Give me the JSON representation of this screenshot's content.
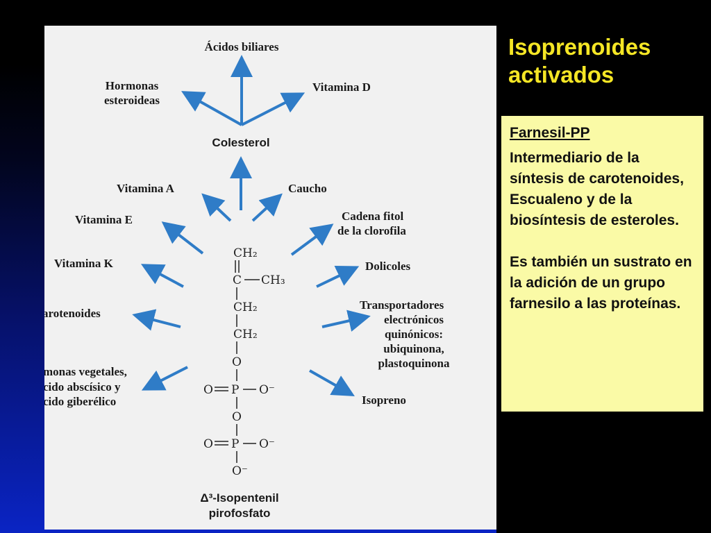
{
  "slide": {
    "title_line1": "Isoprenoides",
    "title_line2": "activados"
  },
  "note": {
    "heading": "Farnesil-PP",
    "paragraph1": "Intermediario de la síntesis de carotenoides, Escualeno y de la biosíntesis de esteroles.",
    "paragraph2": "Es también un sustrato en la adición de un grupo farnesilo a las proteínas."
  },
  "diagram": {
    "acidos_biliares": "Ácidos biliares",
    "hormonas_1": "Hormonas",
    "hormonas_2": "esteroideas",
    "vitamina_d": "Vitamina D",
    "colesterol": "Colesterol",
    "vitamina_a": "Vitamina A",
    "caucho": "Caucho",
    "vitamina_e": "Vitamina E",
    "cadena_1": "Cadena fitol",
    "cadena_2": "de la clorofila",
    "vitamina_k": "Vitamina K",
    "dolicoles": "Dolicoles",
    "carotenoides": "arotenoides",
    "transp_1": "Transportadores",
    "transp_2": "electrónicos",
    "transp_3": "quinónicos:",
    "transp_4": "ubiquinona,",
    "transp_5": "plastoquinona",
    "horm_veg_1": "monas vegetales,",
    "horm_veg_2": "cido abscísico y",
    "horm_veg_3": "cido giberélico",
    "isopreno": "Isopreno",
    "bottom_1": "Δ³-Isopentenil",
    "bottom_2": "pirofosfato",
    "molecule": {
      "ch2_top": "CH₂",
      "c": "C",
      "ch3": "CH₃",
      "ch2_a": "CH₂",
      "ch2_b": "CH₂",
      "o1": "O",
      "p1": "P",
      "o_left1": "O",
      "o_right1": "O⁻",
      "o2": "O",
      "p2": "P",
      "o_left2": "O",
      "o_right2": "O⁻",
      "o_bottom": "O⁻"
    }
  }
}
